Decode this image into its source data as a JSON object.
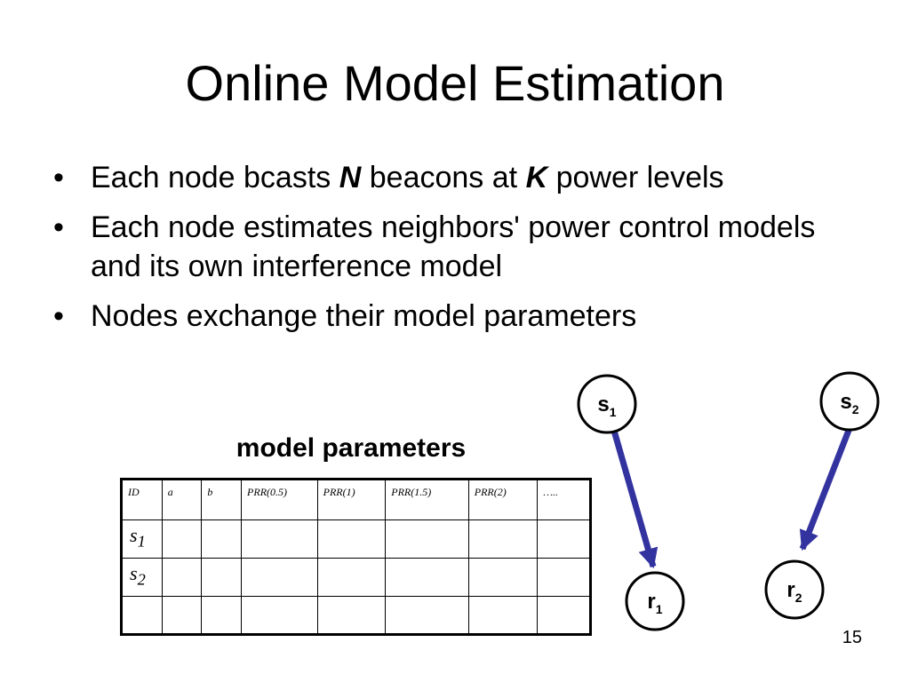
{
  "slide": {
    "title": "Online Model Estimation",
    "page_number": "15"
  },
  "bullets": {
    "symbol": "•",
    "b1": {
      "part1": "Each node bcasts ",
      "var_n": "N",
      "part2": " beacons at ",
      "var_k": "K",
      "part3": " power levels"
    },
    "b2": {
      "text": "Each node estimates neighbors' power control models and its own interference model"
    },
    "b3": {
      "text": "Nodes exchange their model parameters"
    }
  },
  "table": {
    "caption": "model parameters",
    "headers": [
      "ID",
      "a",
      "b",
      "PRR(0.5)",
      "PRR(1)",
      "PRR(1.5)",
      "PRR(2)",
      "….."
    ],
    "rows": [
      {
        "label": "s",
        "sub": "1"
      },
      {
        "label": "s",
        "sub": "2"
      },
      {
        "label": "",
        "sub": ""
      }
    ]
  },
  "graph": {
    "arrow_color": "#3333a0",
    "nodes": {
      "s1": {
        "label": "s",
        "sub": "1"
      },
      "s2": {
        "label": "s",
        "sub": "2"
      },
      "r1": {
        "label": "r",
        "sub": "1"
      },
      "r2": {
        "label": "r",
        "sub": "2"
      }
    }
  }
}
